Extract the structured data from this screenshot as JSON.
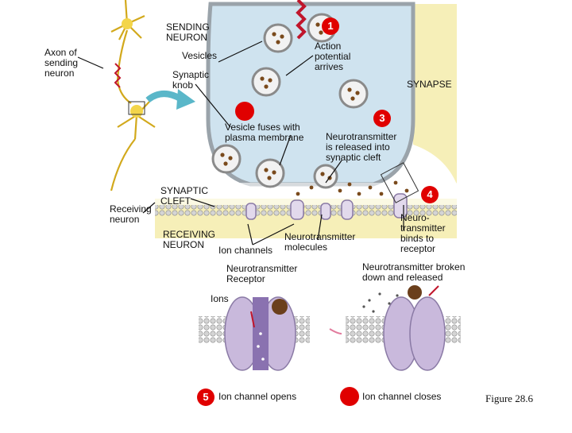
{
  "labels": {
    "sending_neuron": "SENDING\nNEURON",
    "axon": "Axon of\nsending\nneuron",
    "vesicles": "Vesicles",
    "synaptic_knob": "Synaptic\nknob",
    "action_potential": "Action\npotential\narrives",
    "synapse": "SYNAPSE",
    "vesicle_fuses": "Vesicle fuses with\nplasma membrane",
    "nt_released": "Neurotransmitter\nis released into\nsynaptic cleft",
    "synaptic_cleft": "SYNAPTIC\nCLEFT",
    "receiving_neuron": "Receiving\nneuron",
    "receiving_neuron_caps": "RECEIVING\nNEURON",
    "nt_molecules": "Neurotransmitter\nmolecules",
    "ion_channels": "Ion channels",
    "nt_binds": "Neuro-\ntransmitter\nbinds to\nreceptor",
    "nt_receptor": "Neurotransmitter\nReceptor",
    "nt_broken": "Neurotransmitter broken\ndown and released",
    "ions": "Ions",
    "channel_opens": "Ion channel opens",
    "channel_closes": "Ion channel closes",
    "figure": "Figure 28.6"
  },
  "steps": {
    "s1": "1",
    "s2": "",
    "s3": "3",
    "s4": "4",
    "s5": "5",
    "s6": ""
  },
  "colors": {
    "knob": "#cfe3ef",
    "receiving": "#f6efb8",
    "membrane_head": "#cfcfcf",
    "vesicle": "#f2f2f2",
    "dot": "#7a4a1c",
    "badge": "#e00000",
    "channel": "#c9b9dc",
    "channel_open": "#8a72b0",
    "neuron_yellow": "#f3d54a",
    "arrow_blue": "#5ab7c9",
    "action_potential": "#c0162c"
  }
}
